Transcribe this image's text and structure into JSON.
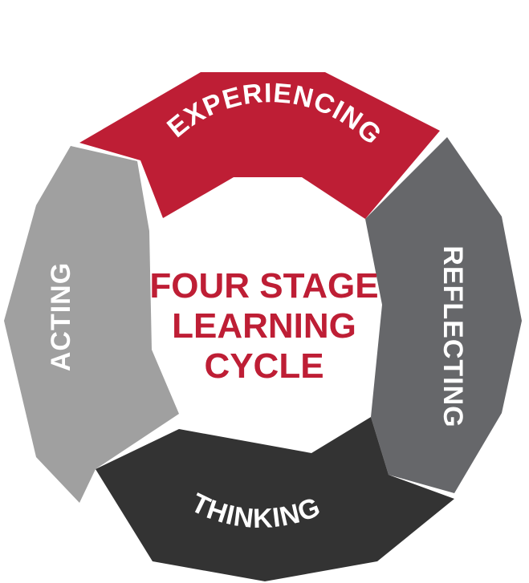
{
  "diagram": {
    "center": {
      "lines": [
        "FOUR STAGE",
        "LEARNING",
        "CYCLE"
      ],
      "color": "#be1e35"
    },
    "segments": [
      {
        "id": "experiencing",
        "label": "EXPERIENCING",
        "color": "#be1e35"
      },
      {
        "id": "reflecting",
        "label": "REFLECTING",
        "color": "#66676a"
      },
      {
        "id": "thinking",
        "label": "THINKING",
        "color": "#333333"
      },
      {
        "id": "acting",
        "label": "ACTING",
        "color": "#a0a0a0"
      }
    ]
  }
}
